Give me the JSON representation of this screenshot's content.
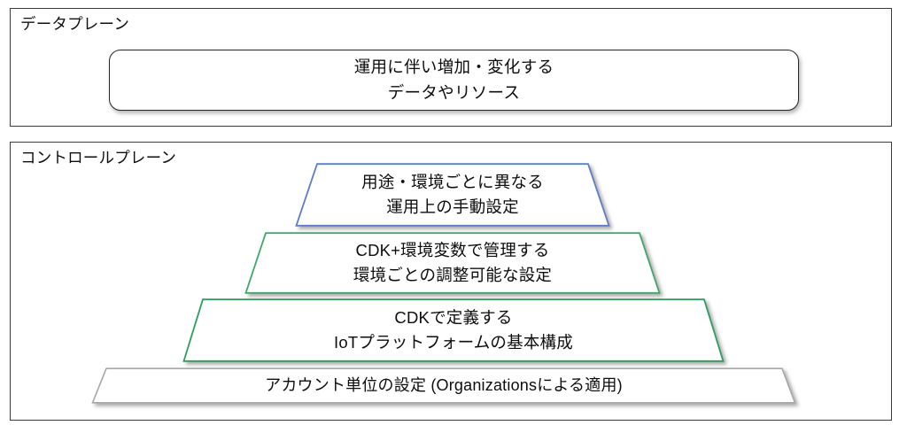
{
  "diagram": {
    "title_note": "",
    "planes": [
      {
        "id": "data-plane",
        "label": "データプレーン",
        "card": {
          "line1": "運用に伴い増加・変化する",
          "line2": "データやリソース",
          "border_color": "#262626",
          "shape": "rounded-rectangle"
        }
      },
      {
        "id": "control-plane",
        "label": "コントロールプレーン",
        "pyramid": [
          {
            "id": "manual-settings",
            "line1": "用途・環境ごとに異なる",
            "line2": "運用上の手動設定",
            "border_color": "#4472C4",
            "level": 1
          },
          {
            "id": "cdk-env-vars",
            "line1": "CDK+環境変数で管理する",
            "line2": "環境ごとの調整可能な設定",
            "border_color": "#2E9E5F",
            "level": 2
          },
          {
            "id": "cdk-base-architecture",
            "line1": "CDKで定義する",
            "line2": "IoTプラットフォームの基本構成",
            "border_color": "#2E9E5F",
            "level": 3
          },
          {
            "id": "account-level-settings",
            "line1": "アカウント単位の設定 (Organizationsによる適用)",
            "line2": "",
            "border_color": "#9a9a9a",
            "level": 4
          }
        ]
      }
    ],
    "colors": {
      "container_border": "#3b3b42",
      "text": "#0d0d0d",
      "background": "#ffffff",
      "accent_blue": "#4472C4",
      "accent_green": "#2E9E5F",
      "accent_gray": "#9a9a9a"
    }
  }
}
